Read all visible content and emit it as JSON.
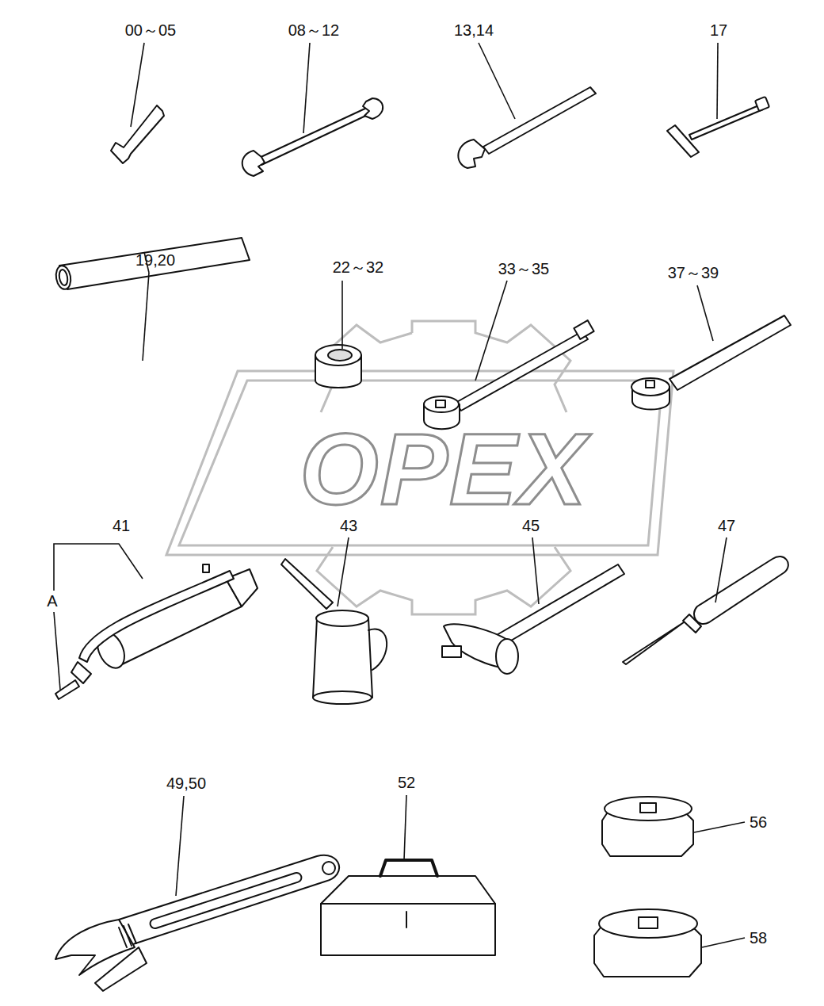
{
  "diagram": {
    "labels": [
      "00～05",
      "08～12",
      "13,14",
      "17",
      "19,20",
      "22～32",
      "33～35",
      "37～39",
      "41",
      "A",
      "43",
      "45",
      "47",
      "49,50",
      "52",
      "56",
      "58",
      "OPEX"
    ]
  }
}
